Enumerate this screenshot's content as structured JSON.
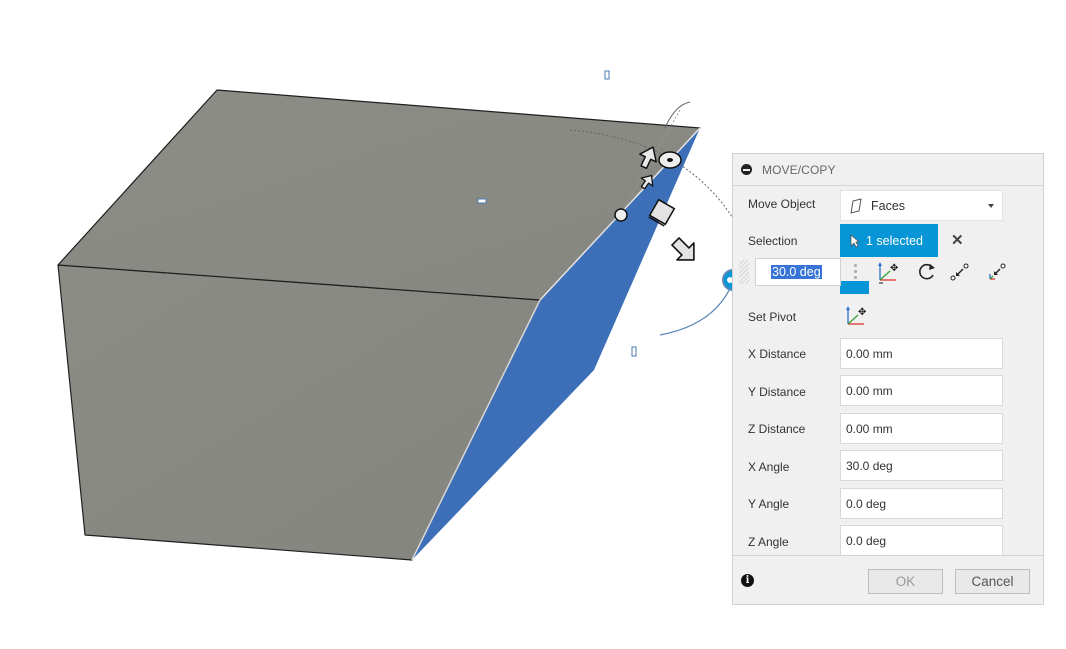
{
  "viewport": {
    "model": {
      "top_face_color": "#8b8b85",
      "front_face_color": "#8a8a84",
      "selected_face_color": "#3d6fb9",
      "edge_color": "#1f1f1f"
    },
    "manipulator": {
      "accent": "#0696d7",
      "handles": [
        "rotation-handle",
        "translate-arrow-up",
        "translate-arrow-diagonal",
        "plane-handle",
        "pivot-point",
        "translate-arrow-right",
        "rotation-dial"
      ]
    }
  },
  "panel": {
    "title": "MOVE/COPY",
    "move_object": {
      "label": "Move Object",
      "value": "Faces"
    },
    "selection": {
      "label": "Selection",
      "value": "1 selected"
    },
    "inline_angle": {
      "value": "30.0 deg"
    },
    "set_pivot": {
      "label": "Set Pivot"
    },
    "fields": [
      {
        "label": "X Distance",
        "value": "0.00 mm"
      },
      {
        "label": "Y Distance",
        "value": "0.00 mm"
      },
      {
        "label": "Z Distance",
        "value": "0.00 mm"
      },
      {
        "label": "X Angle",
        "value": "30.0 deg"
      },
      {
        "label": "Y Angle",
        "value": "0.0 deg"
      },
      {
        "label": "Z Angle",
        "value": "0.0 deg"
      }
    ],
    "ok_label": "OK",
    "cancel_label": "Cancel",
    "accent_color": "#0696d7"
  }
}
